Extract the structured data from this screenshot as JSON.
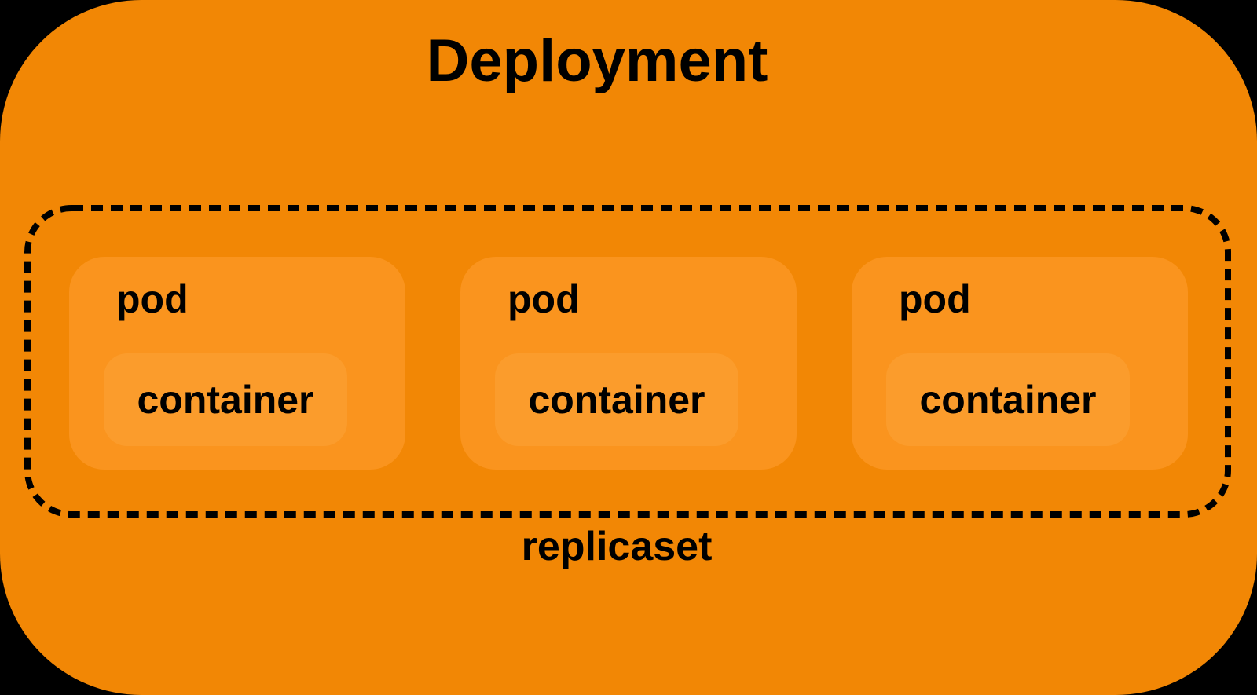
{
  "diagram": {
    "title": "Deployment",
    "replicaset_label": "replicaset",
    "pods": [
      {
        "label": "pod",
        "container": "container"
      },
      {
        "label": "pod",
        "container": "container"
      },
      {
        "label": "pod",
        "container": "container"
      }
    ],
    "colors": {
      "canvas-bg": "#000000",
      "deployment-bg": "#F28705",
      "pod-bg": "#FA941E",
      "container-bg": "#FB9C2C",
      "line-color": "#000000",
      "text-color": "#000000"
    }
  }
}
